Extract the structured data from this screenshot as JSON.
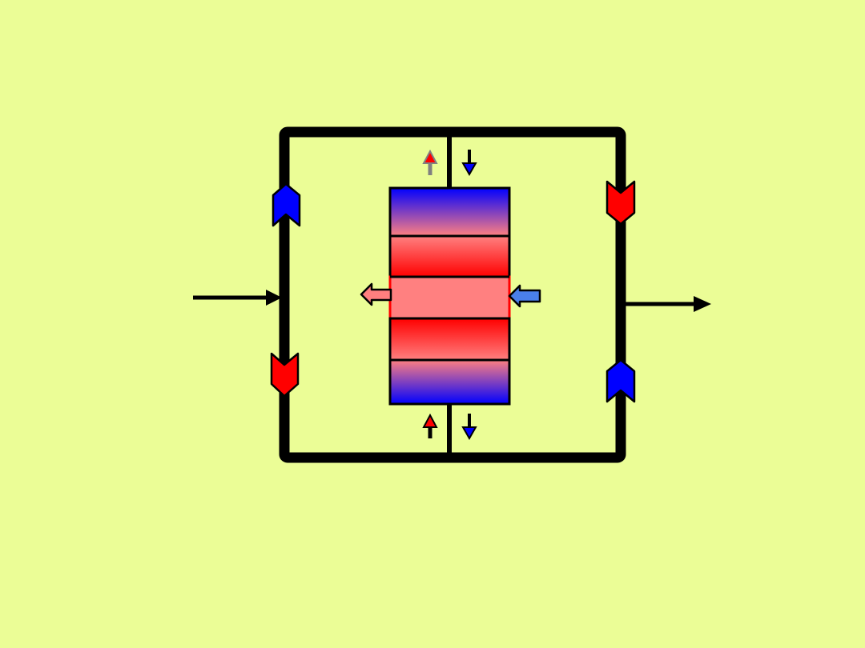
{
  "colors": {
    "background": "#ebfd96",
    "frame": "#000000",
    "cold": "#0000ff",
    "hot": "#ff0000",
    "warm": "#ff8080",
    "pink": "#ff7f7f",
    "light_blue": "#4a7fea",
    "grey": "#808080"
  },
  "icons": {
    "left_top_valve": "valve-up-blue-icon",
    "left_bottom_valve": "valve-down-red-icon",
    "right_top_valve": "valve-down-red-icon",
    "right_bottom_valve": "valve-up-blue-icon",
    "inlet_arrow": "arrow-right-icon",
    "outlet_arrow": "arrow-right-icon",
    "heat_out_arrow": "arrow-left-pink-icon",
    "heat_in_arrow": "arrow-left-blue-icon"
  },
  "regenerator": {
    "cells": [
      {
        "name": "top-gradient",
        "colors": [
          "#0000ff",
          "#ff8080"
        ]
      },
      {
        "name": "upper-red",
        "colors": [
          "#ff8080",
          "#ff0000"
        ]
      },
      {
        "name": "middle-pink",
        "colors": [
          "#ff8080",
          "#ff8080"
        ]
      },
      {
        "name": "lower-red",
        "colors": [
          "#ff0000",
          "#ff8080"
        ]
      },
      {
        "name": "bottom-gradient",
        "colors": [
          "#ff8080",
          "#0000ff"
        ]
      }
    ]
  }
}
